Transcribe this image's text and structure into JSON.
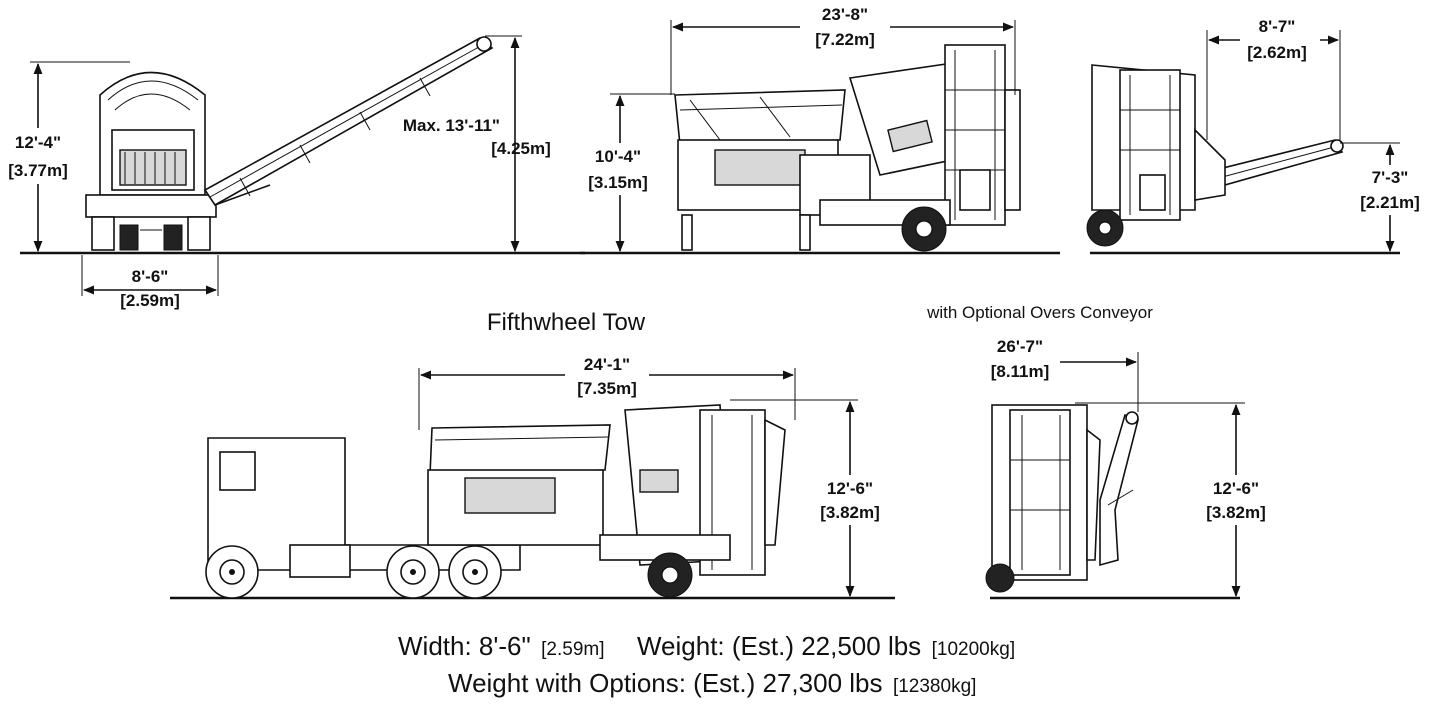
{
  "views": {
    "front": {
      "height_ft": "12'-4\"",
      "height_m": "[3.77m]",
      "width_ft": "8'-6\"",
      "width_m": "[2.59m]",
      "conveyor_max_ft": "Max. 13'-11\"",
      "conveyor_max_m": "[4.25m]"
    },
    "side": {
      "length_ft": "23'-8\"",
      "length_m": "[7.22m]",
      "height_ft": "10'-4\"",
      "height_m": "[3.15m]"
    },
    "rear": {
      "reach_ft": "8'-7\"",
      "reach_m": "[2.62m]",
      "height_ft": "7'-3\"",
      "height_m": "[2.21m]"
    },
    "tow": {
      "title": "Fifthwheel Tow",
      "length_ft": "24'-1\"",
      "length_m": "[7.35m]",
      "height_ft": "12'-6\"",
      "height_m": "[3.82m]"
    },
    "overs": {
      "title": "with Optional Overs Conveyor",
      "length_ft": "26'-7\"",
      "length_m": "[8.11m]",
      "height_ft": "12'-6\"",
      "height_m": "[3.82m]"
    }
  },
  "specs": {
    "width_label": "Width: 8'-6\"",
    "width_m": "[2.59m]",
    "weight_label": "Weight: (Est.) 22,500 lbs",
    "weight_kg": "[10200kg]",
    "weight_opt_label": "Weight with Options: (Est.) 27,300 lbs",
    "weight_opt_kg": "[12380kg]"
  }
}
